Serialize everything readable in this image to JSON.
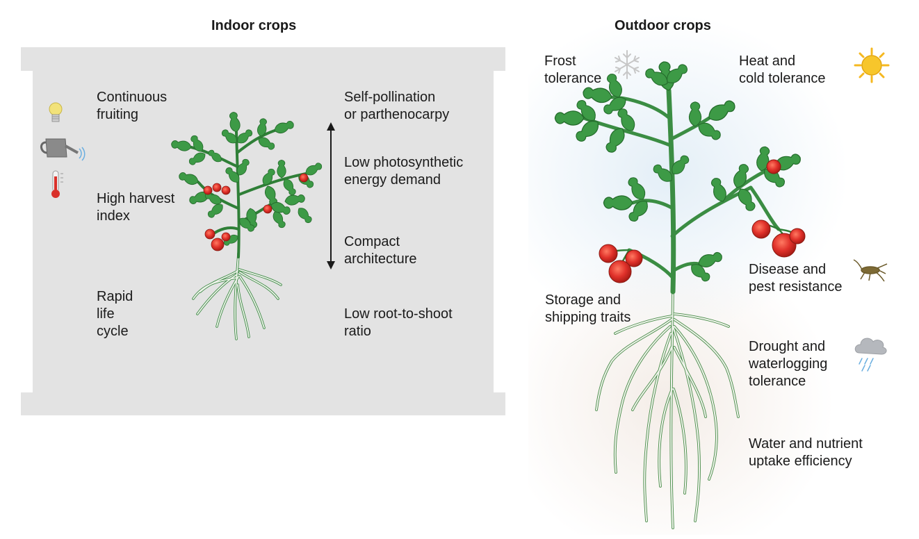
{
  "indoor": {
    "title": "Indoor crops",
    "left_traits": [
      "Continuous\nfruiting",
      "High harvest\nindex",
      "Rapid\nlife\ncycle"
    ],
    "right_traits": [
      "Self-pollination\nor parthenocarpy",
      "Low photosynthetic\nenergy demand",
      "Compact\narchitecture",
      "Low root-to-shoot\nratio"
    ],
    "icons": [
      "lightbulb-icon",
      "watering-can-icon",
      "thermometer-icon"
    ]
  },
  "outdoor": {
    "title": "Outdoor crops",
    "traits": {
      "frost": "Frost\ntolerance",
      "heat": "Heat and\ncold tolerance",
      "storage": "Storage and\nshipping traits",
      "disease": "Disease and\npest resistance",
      "drought": "Drought and\nwaterlogging\ntolerance",
      "water": "Water and nutrient\nuptake efficiency"
    },
    "icons": [
      "snowflake-icon",
      "sun-icon",
      "insect-icon",
      "rain-cloud-icon"
    ]
  },
  "colors": {
    "indoor_bg": "#e3e3e3",
    "leaf": "#3d9a46",
    "leaf_dark": "#2c7433",
    "tomato": "#e0312a",
    "root": "#e6efe0",
    "sun": "#f5b820"
  }
}
